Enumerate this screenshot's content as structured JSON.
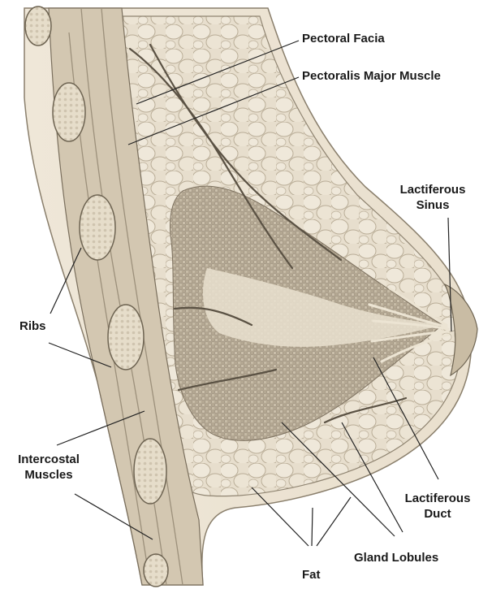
{
  "labels": {
    "pectoral_facia": "Pectoral Facia",
    "pectoralis_major_muscle": "Pectoralis Major Muscle",
    "lactiferous_sinus_line1": "Lactiferous",
    "lactiferous_sinus_line2": "Sinus",
    "ribs": "Ribs",
    "intercostal_muscles_line1": "Intercostal",
    "intercostal_muscles_line2": "Muscles",
    "lactiferous_duct_line1": "Lactiferous",
    "lactiferous_duct_line2": "Duct",
    "gland_lobules": "Gland Lobules",
    "fat": "Fat"
  },
  "colors": {
    "tissue_base": "#e6dccb",
    "fat_lobule": "#ede6d7",
    "gland_tissue": "#b9ad98",
    "muscle_band": "#cfc3ae",
    "outline": "#6e6452",
    "leader_line": "#222222"
  }
}
